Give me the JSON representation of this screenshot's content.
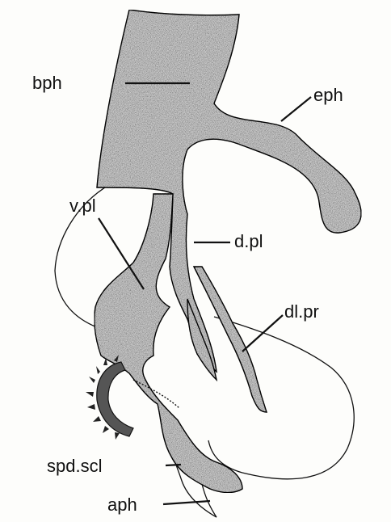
{
  "labels": {
    "bph": "bph",
    "eph": "eph",
    "v_pl": "v.pl",
    "d_pl": "d.pl",
    "dl_pr": "dl.pr",
    "spd_scl": "spd.scl",
    "aph": "aph"
  },
  "colors": {
    "sclerite_fill": "#c9c9c9",
    "outline": "#111111",
    "spines": "#222222"
  }
}
